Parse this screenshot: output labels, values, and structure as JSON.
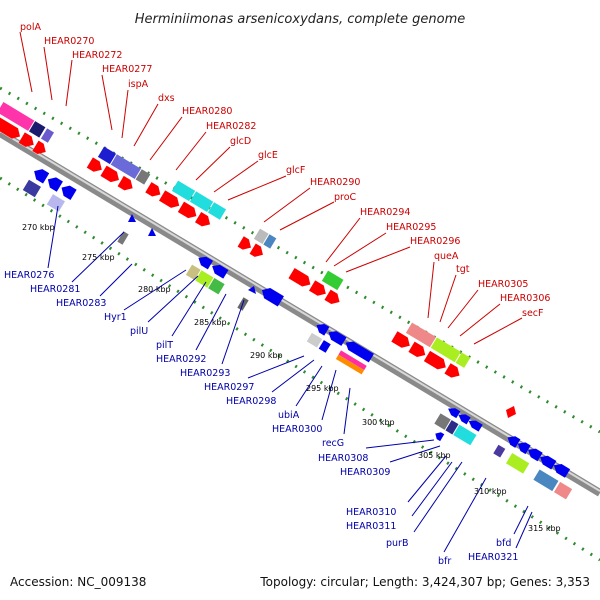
{
  "title": "Herminiimonas arsenicoxydans, complete genome",
  "accession": "Accession: NC_009138",
  "summary": "Topology: circular; Length: 3,424,307 bp; Genes: 3,353",
  "colors": {
    "forward_label": "#cc0000",
    "reverse_label": "#0000aa",
    "forward_gene": "#ff0000",
    "reverse_gene": "#0000ff",
    "backbone": "#8a8a8a",
    "dots": "#2e8b2e"
  },
  "forward_labels": [
    {
      "id": "fwd-polA",
      "text": "polA"
    },
    {
      "id": "fwd-HEAR0270",
      "text": "HEAR0270"
    },
    {
      "id": "fwd-HEAR0272",
      "text": "HEAR0272"
    },
    {
      "id": "fwd-HEAR0277",
      "text": "HEAR0277"
    },
    {
      "id": "fwd-ispA",
      "text": "ispA"
    },
    {
      "id": "fwd-dxs",
      "text": "dxs"
    },
    {
      "id": "fwd-HEAR0280",
      "text": "HEAR0280"
    },
    {
      "id": "fwd-HEAR0282",
      "text": "HEAR0282"
    },
    {
      "id": "fwd-glcD",
      "text": "glcD"
    },
    {
      "id": "fwd-glcE",
      "text": "glcE"
    },
    {
      "id": "fwd-glcF",
      "text": "glcF"
    },
    {
      "id": "fwd-HEAR0290",
      "text": "HEAR0290"
    },
    {
      "id": "fwd-proC",
      "text": "proC"
    },
    {
      "id": "fwd-HEAR0294",
      "text": "HEAR0294"
    },
    {
      "id": "fwd-HEAR0295",
      "text": "HEAR0295"
    },
    {
      "id": "fwd-HEAR0296",
      "text": "HEAR0296"
    },
    {
      "id": "fwd-queA",
      "text": "queA"
    },
    {
      "id": "fwd-tgt",
      "text": "tgt"
    },
    {
      "id": "fwd-HEAR0305",
      "text": "HEAR0305"
    },
    {
      "id": "fwd-HEAR0306",
      "text": "HEAR0306"
    },
    {
      "id": "fwd-secF",
      "text": "secF"
    }
  ],
  "reverse_labels": [
    {
      "id": "rev-HEAR0276",
      "text": "HEAR0276"
    },
    {
      "id": "rev-HEAR0281",
      "text": "HEAR0281"
    },
    {
      "id": "rev-HEAR0283",
      "text": "HEAR0283"
    },
    {
      "id": "rev-Hyr1",
      "text": "Hyr1"
    },
    {
      "id": "rev-pilU",
      "text": "pilU"
    },
    {
      "id": "rev-pilT",
      "text": "pilT"
    },
    {
      "id": "rev-HEAR0292",
      "text": "HEAR0292"
    },
    {
      "id": "rev-HEAR0293",
      "text": "HEAR0293"
    },
    {
      "id": "rev-HEAR0297",
      "text": "HEAR0297"
    },
    {
      "id": "rev-HEAR0298",
      "text": "HEAR0298"
    },
    {
      "id": "rev-ubiA",
      "text": "ubiA"
    },
    {
      "id": "rev-HEAR0300",
      "text": "HEAR0300"
    },
    {
      "id": "rev-recG",
      "text": "recG"
    },
    {
      "id": "rev-HEAR0308",
      "text": "HEAR0308"
    },
    {
      "id": "rev-HEAR0309",
      "text": "HEAR0309"
    },
    {
      "id": "rev-HEAR0310",
      "text": "HEAR0310"
    },
    {
      "id": "rev-HEAR0311",
      "text": "HEAR0311"
    },
    {
      "id": "rev-purB",
      "text": "purB"
    },
    {
      "id": "rev-bfr",
      "text": "bfr"
    },
    {
      "id": "rev-bfd",
      "text": "bfd"
    },
    {
      "id": "rev-HEAR0321",
      "text": "HEAR0321"
    }
  ],
  "ticks": [
    {
      "id": "tick-270",
      "text": "270 kbp"
    },
    {
      "id": "tick-275",
      "text": "275 kbp"
    },
    {
      "id": "tick-280",
      "text": "280 kbp"
    },
    {
      "id": "tick-285",
      "text": "285 kbp"
    },
    {
      "id": "tick-290",
      "text": "290 kbp"
    },
    {
      "id": "tick-295",
      "text": "295 kbp"
    },
    {
      "id": "tick-300",
      "text": "300 kbp"
    },
    {
      "id": "tick-305",
      "text": "305 kbp"
    },
    {
      "id": "tick-310",
      "text": "310 kbp"
    },
    {
      "id": "tick-315",
      "text": "315 kbp"
    }
  ]
}
